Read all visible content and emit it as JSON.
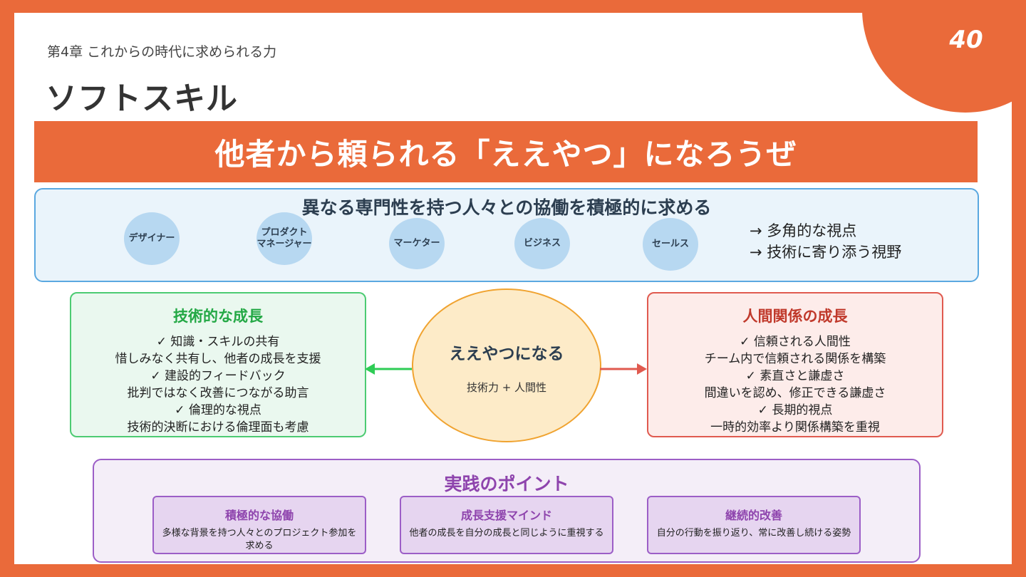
{
  "page_number": "40",
  "chapter": "第4章 これからの時代に求められる力",
  "title": "ソフトスキル",
  "banner": "他者から頼られる「ええやつ」になろうぜ",
  "collaboration": {
    "heading": "異なる専門性を持つ人々との協働を積極的に求める",
    "roles": [
      "デザイナー",
      "プロダクト",
      "マネージャー",
      "マーケター",
      "ビジネス",
      "セールス"
    ],
    "benefits": [
      "→ 多角的な視点",
      "→ 技術に寄り添う視野"
    ]
  },
  "technical": {
    "title": "技術的な成長",
    "lines": [
      "✓ 知識・スキルの共有",
      "惜しみなく共有し、他者の成長を支援",
      "✓ 建設的フィードバック",
      "批判ではなく改善につながる助言",
      "✓ 倫理的な視点",
      "技術的決断における倫理面も考慮"
    ]
  },
  "center": {
    "title": "ええやつになる",
    "subtitle": "技術力 + 人間性"
  },
  "human": {
    "title": "人間関係の成長",
    "lines": [
      "✓ 信頼される人間性",
      "チーム内で信頼される関係を構築",
      "✓ 素直さと謙虚さ",
      "間違いを認め、修正できる謙虚さ",
      "✓ 長期的視点",
      "一時的効率より関係構築を重視"
    ]
  },
  "practice": {
    "title": "実践のポイント",
    "cards": [
      {
        "title": "積極的な協働",
        "text": "多様な背景を持つ人々とのプロジェクト参加を求める"
      },
      {
        "title": "成長支援マインド",
        "text": "他者の成長を自分の成長と同じように重視する"
      },
      {
        "title": "継続的改善",
        "text": "自分の行動を振り返り、常に改善し続ける姿勢"
      }
    ]
  },
  "colors": {
    "accent": "#ea6a3a",
    "green": "#23a845",
    "red": "#c0392b",
    "purple": "#8e44ad"
  }
}
